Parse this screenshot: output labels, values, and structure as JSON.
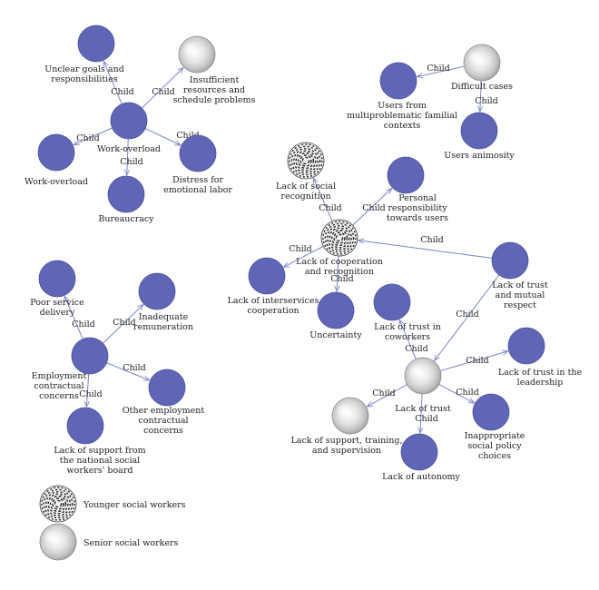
{
  "diagram": {
    "edge_label": "Child",
    "nodes": {
      "unclear_goals": {
        "label": [
          "Unclear goals and",
          "responsibilities"
        ]
      },
      "insufficient_resources": {
        "label": [
          "Insufficient",
          "resources and",
          "schedule problems"
        ],
        "type": "senior"
      },
      "work_overload_hub": {
        "label": [
          "Work-overload"
        ]
      },
      "work_overload_leaf": {
        "label": [
          "Work-overload"
        ]
      },
      "distress": {
        "label": [
          "Distress for",
          "emotional labor"
        ]
      },
      "bureaucracy": {
        "label": [
          "Bureaucracy"
        ]
      },
      "difficult_cases": {
        "label": [
          "Difficult cases"
        ],
        "type": "senior"
      },
      "users_multiproblematic": {
        "label": [
          "Users from",
          "multiproblematic familial",
          "contexts"
        ]
      },
      "users_animosity": {
        "label": [
          "Users animosity"
        ]
      },
      "lack_social_recognition": {
        "label": [
          "Lack of social",
          "recognition"
        ],
        "type": "younger"
      },
      "personal_responsibility": {
        "label": [
          "Personal",
          "responsibility",
          "towards users"
        ]
      },
      "lack_cooperation_recognition": {
        "label": [
          "Lack of cooperation",
          "and recognition"
        ],
        "type": "younger"
      },
      "lack_interservices": {
        "label": [
          "Lack of interservices",
          "cooperation"
        ]
      },
      "uncertainty": {
        "label": [
          "Uncertainty"
        ]
      },
      "lack_trust_mutual": {
        "label": [
          "Lack of trust",
          "and mutual",
          "respect"
        ]
      },
      "lack_trust_coworkers": {
        "label": [
          "Lack of trust in",
          "coworkers"
        ]
      },
      "lack_trust_leadership": {
        "label": [
          "Lack of trust in the",
          "leadership"
        ]
      },
      "lack_trust": {
        "label": [
          "Lack of trust"
        ],
        "type": "senior"
      },
      "lack_support_training": {
        "label": [
          "Lack of support, training,",
          "and supervision"
        ],
        "type": "senior"
      },
      "inappropriate_policy": {
        "label": [
          "Inappropriate",
          "social policy",
          "choices"
        ]
      },
      "lack_autonomy": {
        "label": [
          "Lack of autonomy"
        ]
      },
      "poor_service": {
        "label": [
          "Poor service",
          "delivery"
        ]
      },
      "inadequate_remuneration": {
        "label": [
          "Inadequate",
          "remuneration"
        ]
      },
      "employment_concerns": {
        "label": [
          "Employment",
          "contractual",
          "concerns"
        ]
      },
      "other_employment": {
        "label": [
          "Other employment",
          "contractual",
          "concerns"
        ]
      },
      "lack_support_board": {
        "label": [
          "Lack of support from",
          "the national social",
          "workers' board"
        ]
      }
    },
    "edges": [
      {
        "from": "work_overload_hub",
        "to": "unclear_goals"
      },
      {
        "from": "work_overload_hub",
        "to": "insufficient_resources"
      },
      {
        "from": "work_overload_hub",
        "to": "work_overload_leaf"
      },
      {
        "from": "work_overload_hub",
        "to": "distress"
      },
      {
        "from": "work_overload_hub",
        "to": "bureaucracy"
      },
      {
        "from": "difficult_cases",
        "to": "users_multiproblematic"
      },
      {
        "from": "difficult_cases",
        "to": "users_animosity"
      },
      {
        "from": "lack_cooperation_recognition",
        "to": "lack_social_recognition"
      },
      {
        "from": "lack_cooperation_recognition",
        "to": "personal_responsibility"
      },
      {
        "from": "lack_cooperation_recognition",
        "to": "lack_interservices"
      },
      {
        "from": "lack_cooperation_recognition",
        "to": "uncertainty"
      },
      {
        "from": "lack_trust_mutual",
        "to": "lack_cooperation_recognition"
      },
      {
        "from": "lack_trust_mutual",
        "to": "lack_trust"
      },
      {
        "from": "lack_trust",
        "to": "lack_trust_coworkers"
      },
      {
        "from": "lack_trust",
        "to": "lack_trust_leadership"
      },
      {
        "from": "lack_trust",
        "to": "lack_support_training"
      },
      {
        "from": "lack_trust",
        "to": "inappropriate_policy"
      },
      {
        "from": "lack_trust",
        "to": "lack_autonomy"
      },
      {
        "from": "employment_concerns",
        "to": "poor_service"
      },
      {
        "from": "employment_concerns",
        "to": "inadequate_remuneration"
      },
      {
        "from": "employment_concerns",
        "to": "other_employment"
      },
      {
        "from": "employment_concerns",
        "to": "lack_support_board"
      }
    ],
    "colors": {
      "node": "#5e66b5",
      "edge": "#7a84c8"
    }
  },
  "legend": {
    "younger_label": "Younger social workers",
    "senior_label": "Senior social workers"
  }
}
